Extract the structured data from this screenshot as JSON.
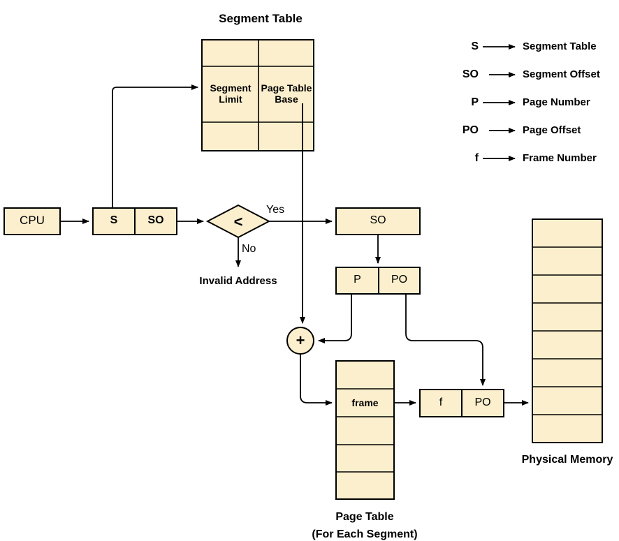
{
  "diagram": {
    "title_segment_table": "Segment Table",
    "title_page_table": "Page Table",
    "title_page_table_sub": "(For Each Segment)",
    "title_physical_memory": "Physical Memory",
    "colors": {
      "fill": "#FCEFCD",
      "stroke": "#000000",
      "line": "#000000",
      "text": "#000000",
      "background": "#FFFFFF"
    }
  },
  "nodes": {
    "cpu": {
      "label": "CPU"
    },
    "virtual_address": {
      "segment": "S",
      "offset": "SO"
    },
    "compare": {
      "label": "<"
    },
    "compare_yes": {
      "label": "Yes"
    },
    "compare_no": {
      "label": "No"
    },
    "invalid_address": {
      "label": "Invalid Address"
    },
    "segment_offset_box": {
      "label": "SO"
    },
    "page_pair": {
      "page_number": "P",
      "page_offset": "PO"
    },
    "adder": {
      "label": "+"
    },
    "physical_address": {
      "frame_number": "f",
      "page_offset": "PO"
    }
  },
  "segment_table": {
    "title": "Segment Table",
    "rows": [
      {
        "left": "",
        "right": ""
      },
      {
        "left": "Segment\nLimit",
        "right": "Page Table\nBase"
      },
      {
        "left": "",
        "right": ""
      }
    ]
  },
  "page_table": {
    "title": "Page Table",
    "subtitle": "(For Each Segment)",
    "rows": [
      "",
      "frame",
      "",
      "",
      ""
    ]
  },
  "physical_memory": {
    "title": "Physical Memory",
    "rows": [
      "",
      "",
      "",
      "",
      "",
      "",
      "",
      ""
    ],
    "highlighted_row_index": 6
  },
  "legend": {
    "entries": [
      {
        "symbol": "S",
        "meaning": "Segment Table"
      },
      {
        "symbol": "SO",
        "meaning": "Segment Offset"
      },
      {
        "symbol": "P",
        "meaning": "Page Number"
      },
      {
        "symbol": "PO",
        "meaning": "Page Offset"
      },
      {
        "symbol": "f",
        "meaning": "Frame Number"
      }
    ]
  }
}
